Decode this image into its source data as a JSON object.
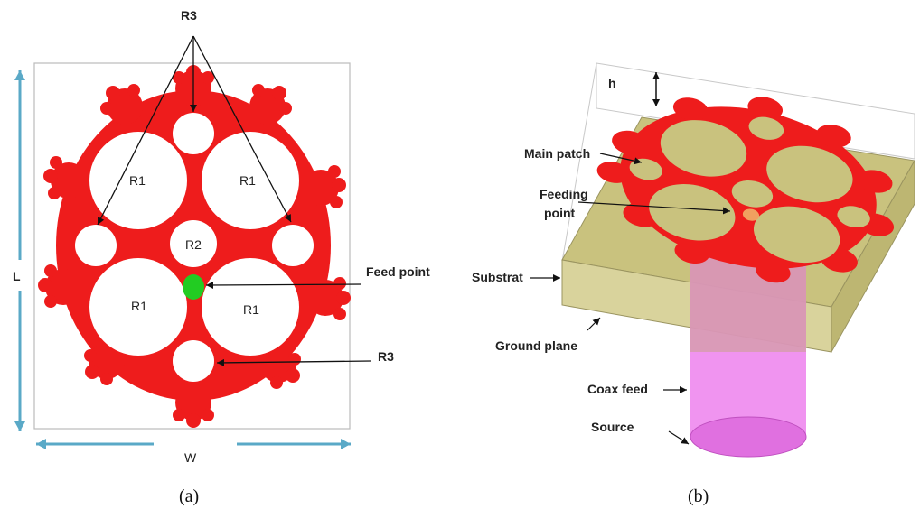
{
  "panel_a": {
    "label_r3_top": "R3",
    "label_r3_bottom": "R3",
    "label_r1": "R1",
    "label_r2": "R2",
    "label_l": "L",
    "label_w": "W",
    "label_feed_point": "Feed point",
    "caption": "(a)"
  },
  "panel_b": {
    "label_h": "h",
    "label_main_patch": "Main patch",
    "label_feeding_point_1": "Feeding",
    "label_feeding_point_2": "point",
    "label_substrat": "Substrat",
    "label_ground_plane": "Ground plane",
    "label_coax_feed": "Coax feed",
    "label_source": "Source",
    "caption": "(b)"
  },
  "colors": {
    "patch": "#ee1c1c",
    "feed": "#22cc22",
    "dimension_arrow": "#5aa9c7",
    "substrate_top": "#c9c27e",
    "coax": "#ee88ee"
  }
}
